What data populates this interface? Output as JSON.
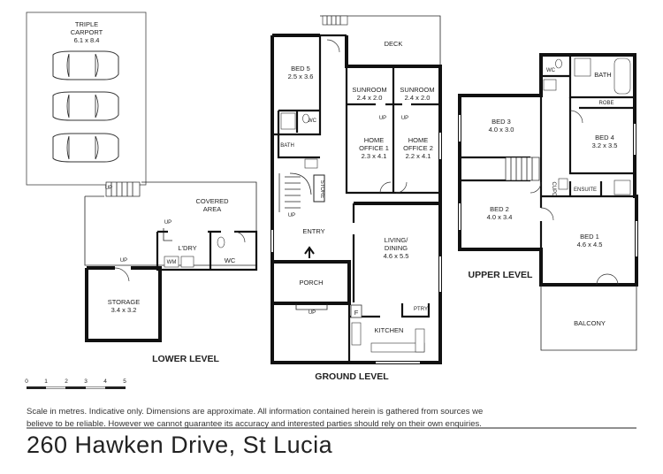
{
  "rooms": {
    "carport_name": "TRIPLE",
    "carport_name2": "CARPORT",
    "carport_size": "6.1 x 8.4",
    "covered": "COVERED",
    "covered2": "AREA",
    "laundry": "L'DRY",
    "wc_lower": "WC",
    "storage": "STORAGE",
    "storage_size": "3.4 x 3.2",
    "bed5": "BED 5",
    "bed5_size": "2.5 x 3.6",
    "deck": "DECK",
    "sunroom1": "SUNROOM",
    "sunroom1_size": "2.4 x 2.0",
    "sunroom2": "SUNROOM",
    "sunroom2_size": "2.4 x 2.0",
    "office1": "HOME",
    "office1b": "OFFICE 1",
    "office1_size": "2.3 x 4.1",
    "office2": "HOME",
    "office2b": "OFFICE 2",
    "office2_size": "2.2 x 4.1",
    "bath_ground": "BATH",
    "wc_ground": "WC",
    "store": "STORE",
    "entry": "ENTRY",
    "living": "LIVING/",
    "living2": "DINING",
    "living_size": "4.6 x 5.5",
    "porch": "PORCH",
    "kitchen": "KITCHEN",
    "pantry": "PTRY",
    "fridge": "F",
    "bed3": "BED 3",
    "bed3_size": "4.0 x 3.0",
    "bed4": "BED 4",
    "bed4_size": "3.2 x 3.5",
    "bed2": "BED 2",
    "bed2_size": "4.0 x 3.4",
    "bed1": "BED 1",
    "bed1_size": "4.6 x 4.5",
    "bath_upper": "BATH",
    "wc_upper": "WC",
    "robe": "ROBE",
    "cupd": "CUPD",
    "ensuite": "ENSUITE",
    "balcony": "BALCONY",
    "wm": "WM",
    "up": "UP"
  },
  "levels": {
    "lower": "LOWER LEVEL",
    "ground": "GROUND LEVEL",
    "upper": "UPPER LEVEL"
  },
  "scale": {
    "ticks": [
      "0",
      "1",
      "2",
      "3",
      "4",
      "5"
    ]
  },
  "disclaimer": {
    "line1": "Scale in metres. Indicative only. Dimensions are approximate.  All information contained herein is gathered from sources we",
    "line2": "believe to be reliable. However we cannot guarantee its accuracy and interested parties should rely on their own enquiries."
  },
  "address": "260 Hawken Drive, St Lucia"
}
